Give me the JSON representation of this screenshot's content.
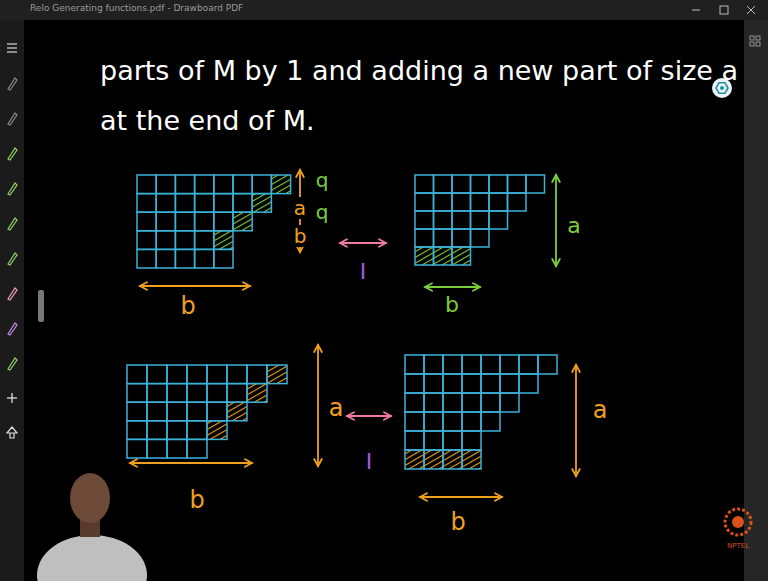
{
  "diagram": {
    "labels": [
      "Relo Generating functions.pdf - Drawboard PDF",
      "parts of M by 1 and adding a new part of size a at the end of M.",
      "q",
      "a",
      "q",
      "b",
      "I",
      "a",
      "b",
      "b",
      "a",
      "I",
      "b",
      "a",
      "b",
      "NPTEL"
    ]
  }
}
